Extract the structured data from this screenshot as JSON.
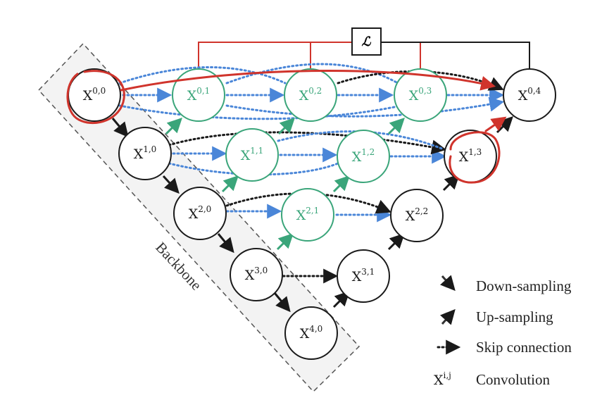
{
  "colors": {
    "black": "#1a1a1a",
    "green": "#3aa57a",
    "blue": "#4a86d8",
    "red": "#d0342c",
    "backbone_fill": "#f3f3f3",
    "backbone_border": "#555555"
  },
  "loss_label": "ℒ",
  "backbone_label": "Backbone",
  "nodes": [
    {
      "id": "x00",
      "base": "X",
      "sup": "0,0",
      "color": "black"
    },
    {
      "id": "x10",
      "base": "X",
      "sup": "1,0",
      "color": "black"
    },
    {
      "id": "x20",
      "base": "X",
      "sup": "2,0",
      "color": "black"
    },
    {
      "id": "x30",
      "base": "X",
      "sup": "3,0",
      "color": "black"
    },
    {
      "id": "x40",
      "base": "X",
      "sup": "4,0",
      "color": "black"
    },
    {
      "id": "x01",
      "base": "X",
      "sup": "0,1",
      "color": "green"
    },
    {
      "id": "x02",
      "base": "X",
      "sup": "0,2",
      "color": "green"
    },
    {
      "id": "x03",
      "base": "X",
      "sup": "0,3",
      "color": "green"
    },
    {
      "id": "x11",
      "base": "X",
      "sup": "1,1",
      "color": "green"
    },
    {
      "id": "x12",
      "base": "X",
      "sup": "1,2",
      "color": "green"
    },
    {
      "id": "x21",
      "base": "X",
      "sup": "2,1",
      "color": "green"
    },
    {
      "id": "x31",
      "base": "X",
      "sup": "3,1",
      "color": "black"
    },
    {
      "id": "x22",
      "base": "X",
      "sup": "2,2",
      "color": "black"
    },
    {
      "id": "x13",
      "base": "X",
      "sup": "1,3",
      "color": "black"
    },
    {
      "id": "x04",
      "base": "X",
      "sup": "0,4",
      "color": "black"
    }
  ],
  "legend": [
    {
      "symbol": "down-arrow",
      "label": "Down-sampling"
    },
    {
      "symbol": "up-arrow",
      "label": "Up-sampling"
    },
    {
      "symbol": "dotted-arrow",
      "label": "Skip connection"
    },
    {
      "symbol": "node",
      "base": "X",
      "sup": "i,j",
      "label": "Convolution"
    }
  ]
}
